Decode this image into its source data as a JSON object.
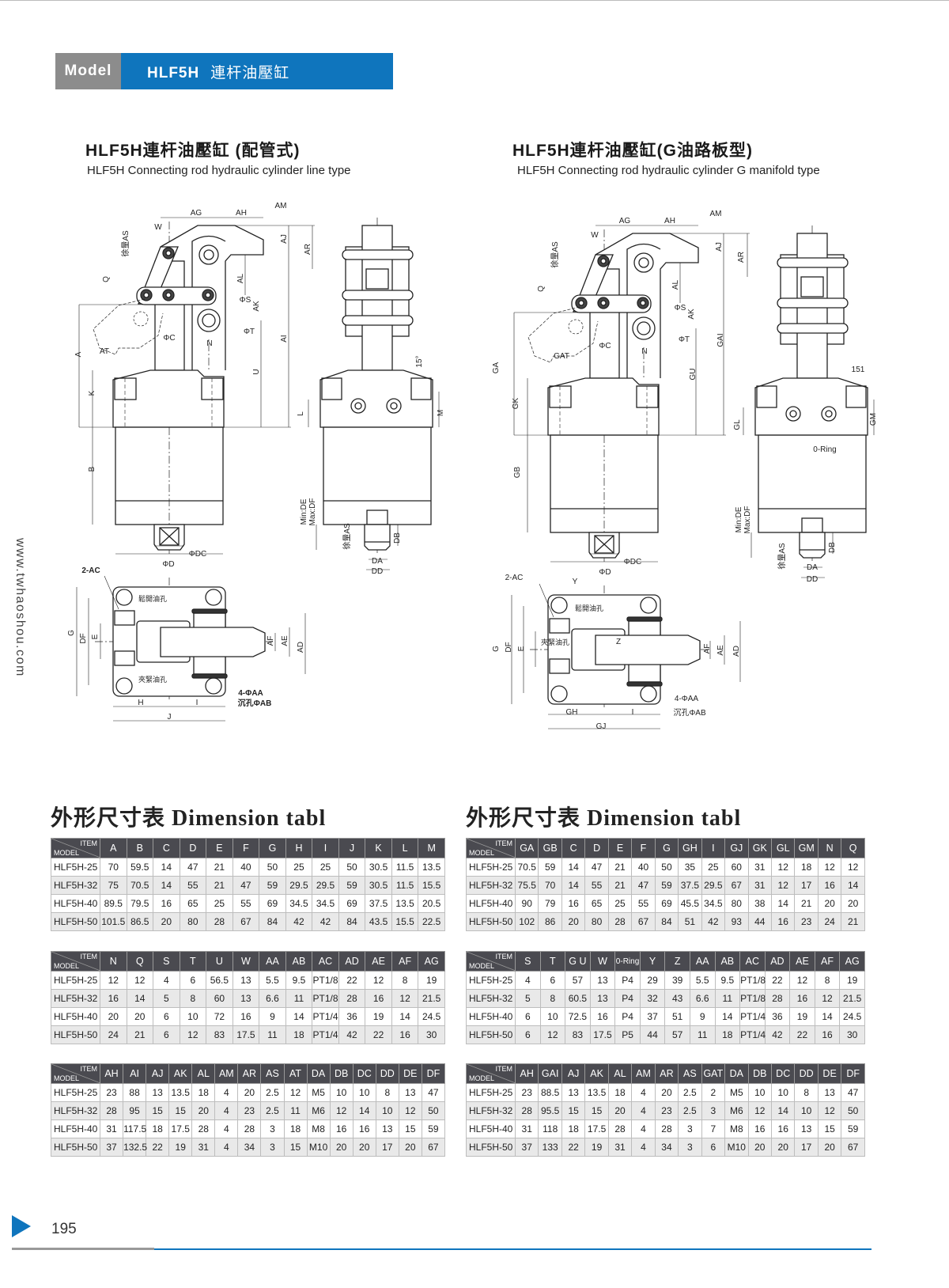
{
  "header": {
    "model_label": "Model",
    "model_code": "HLF5H",
    "model_name_cn": "連杆油壓缸"
  },
  "website": "www.twhaoshou.com",
  "left_section": {
    "title": "HLF5H連杆油壓缸 (配管式)",
    "subtitle": "HLF5H Connecting rod hydraulic cylinder line type"
  },
  "right_section": {
    "title": "HLF5H連杆油壓缸(G油路板型)",
    "subtitle": "HLF5H Connecting rod hydraulic cylinder G manifold type"
  },
  "drawings": {
    "left": {
      "ag": "AG",
      "ah": "AH",
      "am": "AM",
      "w": "W",
      "as_tol": "徐量AS",
      "q": "Q",
      "a": "A",
      "at": "AT",
      "k": "K",
      "b": "B",
      "phi_c": "ΦC",
      "n": "N",
      "phi_s": "ΦS",
      "ak": "AK",
      "phi_t": "ΦT",
      "al": "AL",
      "aj": "AJ",
      "ar": "AR",
      "ai": "AI",
      "u": "U",
      "phi_dc": "ΦDC",
      "phi_d": "ΦD",
      "angle": "15°",
      "l": "L",
      "m": "M",
      "min_de": "Min:DE",
      "max_df": "Max:DF",
      "as_tol_side": "徐量AS",
      "db": "DB",
      "da": "DA",
      "dd": "DD",
      "ac": "2-AC",
      "release_port": "鬆開油孔",
      "clamp_port": "夾緊油孔",
      "g": "G",
      "df": "DF",
      "e": "E",
      "af": "AF",
      "ae": "AE",
      "ad": "AD",
      "aa": "4-ΦAA",
      "ab": "沉孔ΦAB",
      "h": "H",
      "i": "I",
      "j": "J"
    },
    "right": {
      "ag": "AG",
      "ah": "AH",
      "am": "AM",
      "w": "W",
      "as_tol": "徐量AS",
      "q": "Q",
      "ga": "GA",
      "gat": "GAT",
      "gk": "GK",
      "gb": "GB",
      "phi_c": "ΦC",
      "n": "N",
      "phi_s": "ΦS",
      "ak": "AK",
      "phi_t": "ΦT",
      "al": "AL",
      "aj": "AJ",
      "ar": "AR",
      "gai": "GAI",
      "gu": "GU",
      "phi_dc": "ΦDC",
      "phi_d": "ΦD",
      "angle": "151",
      "gl": "GL",
      "gm": "GM",
      "oring": "0-Ring",
      "min_de": "Min:DE",
      "max_df": "Max:DF",
      "as_tol_side": "徐量AS",
      "db": "DB",
      "da": "DA",
      "dd": "DD",
      "ac": "2-AC",
      "y": "Y",
      "release_port": "鬆開油孔",
      "clamp_port": "夾緊油孔",
      "z": "Z",
      "g": "G",
      "df": "DF",
      "e": "E",
      "af": "AF",
      "ae": "AE",
      "ad": "AD",
      "aa": "4-ΦAA",
      "ab": "沉孔ΦAB",
      "gh": "GH",
      "i": "I",
      "gj": "GJ"
    }
  },
  "dimension_title": "外形尺寸表 Dimension tabl",
  "corner": {
    "item": "ITEM",
    "model": "MODEL"
  },
  "left_tables": [
    {
      "columns": [
        "A",
        "B",
        "C",
        "D",
        "E",
        "F",
        "G",
        "H",
        "I",
        "J",
        "K",
        "L",
        "M"
      ],
      "rows": [
        {
          "model": "HLF5H-25",
          "values": [
            "70",
            "59.5",
            "14",
            "47",
            "21",
            "40",
            "50",
            "25",
            "25",
            "50",
            "30.5",
            "11.5",
            "13.5"
          ]
        },
        {
          "model": "HLF5H-32",
          "values": [
            "75",
            "70.5",
            "14",
            "55",
            "21",
            "47",
            "59",
            "29.5",
            "29.5",
            "59",
            "30.5",
            "11.5",
            "15.5"
          ]
        },
        {
          "model": "HLF5H-40",
          "values": [
            "89.5",
            "79.5",
            "16",
            "65",
            "25",
            "55",
            "69",
            "34.5",
            "34.5",
            "69",
            "37.5",
            "13.5",
            "20.5"
          ]
        },
        {
          "model": "HLF5H-50",
          "values": [
            "101.5",
            "86.5",
            "20",
            "80",
            "28",
            "67",
            "84",
            "42",
            "42",
            "84",
            "43.5",
            "15.5",
            "22.5"
          ]
        }
      ]
    },
    {
      "columns": [
        "N",
        "Q",
        "S",
        "T",
        "U",
        "W",
        "AA",
        "AB",
        "AC",
        "AD",
        "AE",
        "AF",
        "AG"
      ],
      "rows": [
        {
          "model": "HLF5H-25",
          "values": [
            "12",
            "12",
            "4",
            "6",
            "56.5",
            "13",
            "5.5",
            "9.5",
            "PT1/8",
            "22",
            "12",
            "8",
            "19"
          ]
        },
        {
          "model": "HLF5H-32",
          "values": [
            "16",
            "14",
            "5",
            "8",
            "60",
            "13",
            "6.6",
            "11",
            "PT1/8",
            "28",
            "16",
            "12",
            "21.5"
          ]
        },
        {
          "model": "HLF5H-40",
          "values": [
            "20",
            "20",
            "6",
            "10",
            "72",
            "16",
            "9",
            "14",
            "PT1/4",
            "36",
            "19",
            "14",
            "24.5"
          ]
        },
        {
          "model": "HLF5H-50",
          "values": [
            "24",
            "21",
            "6",
            "12",
            "83",
            "17.5",
            "11",
            "18",
            "PT1/4",
            "42",
            "22",
            "16",
            "30"
          ]
        }
      ]
    },
    {
      "columns": [
        "AH",
        "AI",
        "AJ",
        "AK",
        "AL",
        "AM",
        "AR",
        "AS",
        "AT",
        "DA",
        "DB",
        "DC",
        "DD",
        "DE",
        "DF"
      ],
      "rows": [
        {
          "model": "HLF5H-25",
          "values": [
            "23",
            "88",
            "13",
            "13.5",
            "18",
            "4",
            "20",
            "2.5",
            "12",
            "M5",
            "10",
            "10",
            "8",
            "13",
            "47"
          ]
        },
        {
          "model": "HLF5H-32",
          "values": [
            "28",
            "95",
            "15",
            "15",
            "20",
            "4",
            "23",
            "2.5",
            "11",
            "M6",
            "12",
            "14",
            "10",
            "12",
            "50"
          ]
        },
        {
          "model": "HLF5H-40",
          "values": [
            "31",
            "117.5",
            "18",
            "17.5",
            "28",
            "4",
            "28",
            "3",
            "18",
            "M8",
            "16",
            "16",
            "13",
            "15",
            "59"
          ]
        },
        {
          "model": "HLF5H-50",
          "values": [
            "37",
            "132.5",
            "22",
            "19",
            "31",
            "4",
            "34",
            "3",
            "15",
            "M10",
            "20",
            "20",
            "17",
            "20",
            "67"
          ]
        }
      ]
    }
  ],
  "right_tables": [
    {
      "columns": [
        "GA",
        "GB",
        "C",
        "D",
        "E",
        "F",
        "G",
        "GH",
        "I",
        "GJ",
        "GK",
        "GL",
        "GM",
        "N",
        "Q"
      ],
      "rows": [
        {
          "model": "HLF5H-25",
          "values": [
            "70.5",
            "59",
            "14",
            "47",
            "21",
            "40",
            "50",
            "35",
            "25",
            "60",
            "31",
            "12",
            "18",
            "12",
            "12"
          ]
        },
        {
          "model": "HLF5H-32",
          "values": [
            "75.5",
            "70",
            "14",
            "55",
            "21",
            "47",
            "59",
            "37.5",
            "29.5",
            "67",
            "31",
            "12",
            "17",
            "16",
            "14"
          ]
        },
        {
          "model": "HLF5H-40",
          "values": [
            "90",
            "79",
            "16",
            "65",
            "25",
            "55",
            "69",
            "45.5",
            "34.5",
            "80",
            "38",
            "14",
            "21",
            "20",
            "20"
          ]
        },
        {
          "model": "HLF5H-50",
          "values": [
            "102",
            "86",
            "20",
            "80",
            "28",
            "67",
            "84",
            "51",
            "42",
            "93",
            "44",
            "16",
            "23",
            "24",
            "21"
          ]
        }
      ]
    },
    {
      "columns": [
        "S",
        "T",
        "G U",
        "W",
        "0-Ring",
        "Y",
        "Z",
        "AA",
        "AB",
        "AC",
        "AD",
        "AE",
        "AF",
        "AG"
      ],
      "rows": [
        {
          "model": "HLF5H-25",
          "values": [
            "4",
            "6",
            "57",
            "13",
            "P4",
            "29",
            "39",
            "5.5",
            "9.5",
            "PT1/8",
            "22",
            "12",
            "8",
            "19"
          ]
        },
        {
          "model": "HLF5H-32",
          "values": [
            "5",
            "8",
            "60.5",
            "13",
            "P4",
            "32",
            "43",
            "6.6",
            "11",
            "PT1/8",
            "28",
            "16",
            "12",
            "21.5"
          ]
        },
        {
          "model": "HLF5H-40",
          "values": [
            "6",
            "10",
            "72.5",
            "16",
            "P4",
            "37",
            "51",
            "9",
            "14",
            "PT1/4",
            "36",
            "19",
            "14",
            "24.5"
          ]
        },
        {
          "model": "HLF5H-50",
          "values": [
            "6",
            "12",
            "83",
            "17.5",
            "P5",
            "44",
            "57",
            "11",
            "18",
            "PT1/4",
            "42",
            "22",
            "16",
            "30"
          ]
        }
      ]
    },
    {
      "columns": [
        "AH",
        "GAI",
        "AJ",
        "AK",
        "AL",
        "AM",
        "AR",
        "AS",
        "GAT",
        "DA",
        "DB",
        "DC",
        "DD",
        "DE",
        "DF"
      ],
      "rows": [
        {
          "model": "HLF5H-25",
          "values": [
            "23",
            "88.5",
            "13",
            "13.5",
            "18",
            "4",
            "20",
            "2.5",
            "2",
            "M5",
            "10",
            "10",
            "8",
            "13",
            "47"
          ]
        },
        {
          "model": "HLF5H-32",
          "values": [
            "28",
            "95.5",
            "15",
            "15",
            "20",
            "4",
            "23",
            "2.5",
            "3",
            "M6",
            "12",
            "14",
            "10",
            "12",
            "50"
          ]
        },
        {
          "model": "HLF5H-40",
          "values": [
            "31",
            "118",
            "18",
            "17.5",
            "28",
            "4",
            "28",
            "3",
            "7",
            "M8",
            "16",
            "16",
            "13",
            "15",
            "59"
          ]
        },
        {
          "model": "HLF5H-50",
          "values": [
            "37",
            "133",
            "22",
            "19",
            "31",
            "4",
            "34",
            "3",
            "6",
            "M10",
            "20",
            "20",
            "17",
            "20",
            "67"
          ]
        }
      ]
    }
  ],
  "page_number": "195",
  "colors": {
    "brand_blue": "#0f75bd",
    "header_grey": "#8c8c8c",
    "table_header": "#4a4a50"
  }
}
